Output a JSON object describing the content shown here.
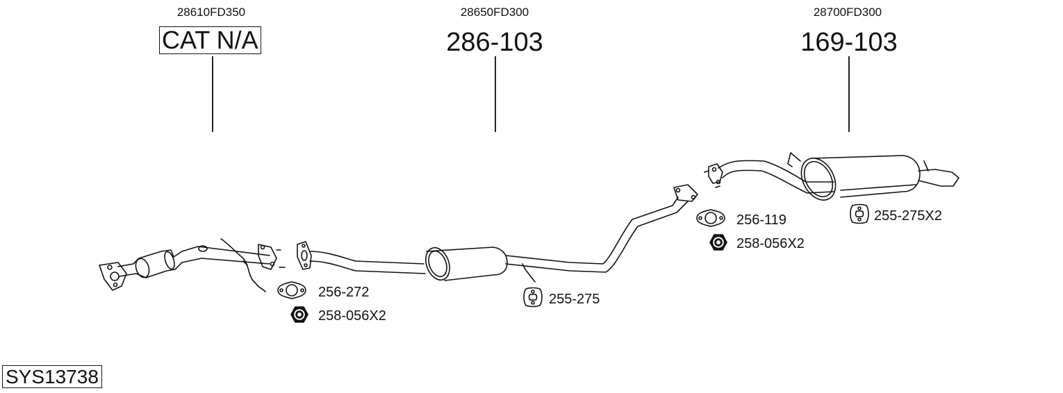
{
  "diagram": {
    "system_id": "SYS13738",
    "sections": [
      {
        "oem_number": "28610FD350",
        "part_number": "CAT N/A",
        "boxed": true
      },
      {
        "oem_number": "28650FD300",
        "part_number": "286-103",
        "boxed": false
      },
      {
        "oem_number": "28700FD300",
        "part_number": "169-103",
        "boxed": false
      }
    ],
    "accessories": [
      {
        "icon": "gasket-icon",
        "label": "256-272"
      },
      {
        "icon": "nut-icon",
        "label": "258-056X2"
      },
      {
        "icon": "rubber-hanger-icon",
        "label": "255-275"
      },
      {
        "icon": "gasket-icon",
        "label": "256-119"
      },
      {
        "icon": "nut-icon",
        "label": "258-056X2"
      },
      {
        "icon": "rubber-hanger-icon",
        "label": "255-275X2"
      }
    ],
    "colors": {
      "line": "#111111",
      "background": "#ffffff"
    }
  }
}
